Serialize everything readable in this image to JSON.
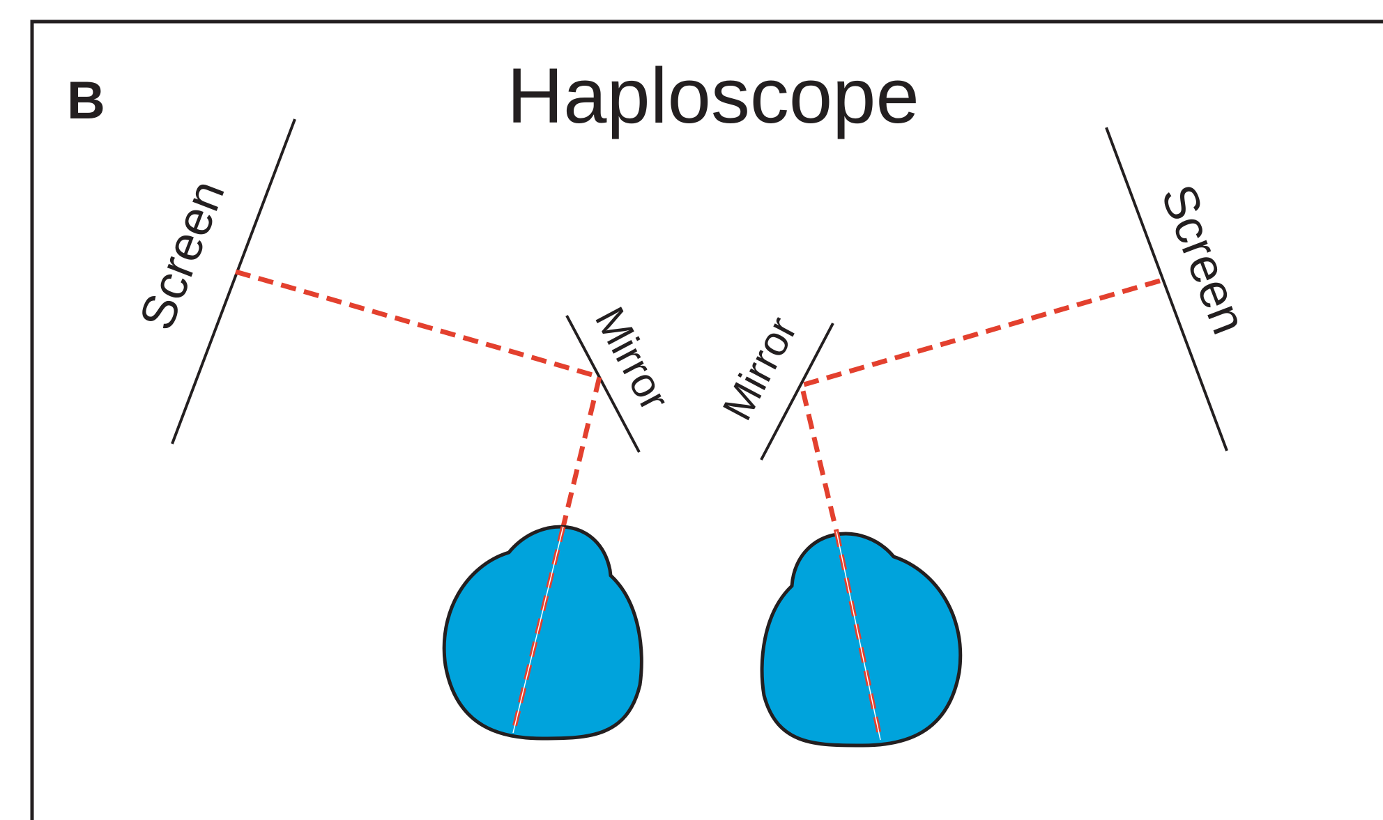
{
  "panel_label": "B",
  "title": "Haploscope",
  "labels": {
    "screen_left": "Screen",
    "screen_right": "Screen",
    "mirror_left": "Mirror",
    "mirror_right": "Mirror"
  },
  "colors": {
    "eye_fill": "#00a3dc",
    "ray": "#e3402e",
    "ink": "#231f20"
  }
}
